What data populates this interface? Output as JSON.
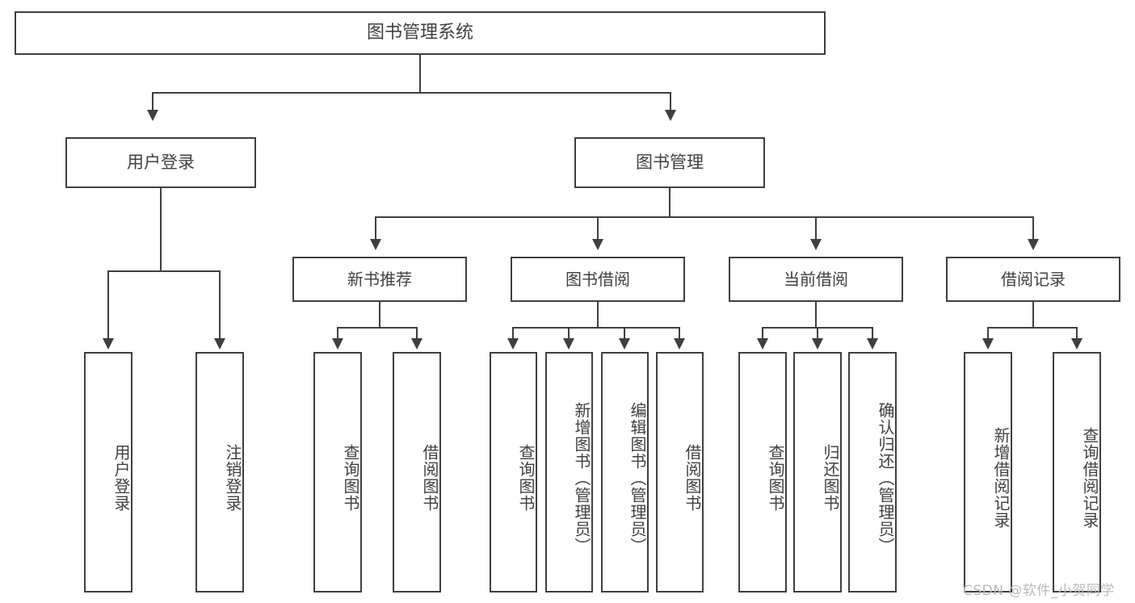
{
  "diagram": {
    "title": "图书管理系统",
    "type": "tree",
    "root": {
      "id": "root",
      "label": "图书管理系统"
    },
    "level2": [
      {
        "id": "user-login",
        "label": "用户登录"
      },
      {
        "id": "book-management",
        "label": "图书管理"
      }
    ],
    "level3": [
      {
        "id": "new-book-recommend",
        "label": "新书推荐",
        "parent": "book-management"
      },
      {
        "id": "book-borrow",
        "label": "图书借阅",
        "parent": "book-management"
      },
      {
        "id": "current-borrow",
        "label": "当前借阅",
        "parent": "book-management"
      },
      {
        "id": "borrow-record",
        "label": "借阅记录",
        "parent": "book-management"
      }
    ],
    "leaves": {
      "user_login": [
        {
          "id": "leaf-user-login",
          "label": "用户登录"
        },
        {
          "id": "leaf-user-logout",
          "label": "注销登录"
        }
      ],
      "new_book_recommend": [
        {
          "id": "leaf-query-book-1",
          "label": "查询图书"
        },
        {
          "id": "leaf-borrow-book-1",
          "label": "借阅图书"
        }
      ],
      "book_borrow": [
        {
          "id": "leaf-query-book-2",
          "label": "查询图书"
        },
        {
          "id": "leaf-add-book",
          "label": "新增图书（管理员）"
        },
        {
          "id": "leaf-edit-book",
          "label": "编辑图书（管理员）"
        },
        {
          "id": "leaf-borrow-book-2",
          "label": "借阅图书"
        }
      ],
      "current_borrow": [
        {
          "id": "leaf-query-book-3",
          "label": "查询图书"
        },
        {
          "id": "leaf-return-book",
          "label": "归还图书"
        },
        {
          "id": "leaf-confirm-return",
          "label": "确认归还（管理员）"
        }
      ],
      "borrow_record": [
        {
          "id": "leaf-add-record",
          "label": "新增借阅记录"
        },
        {
          "id": "leaf-query-record",
          "label": "查询借阅记录"
        }
      ]
    }
  },
  "watermark": {
    "text": "CSDN @软件_小贺同学"
  },
  "colors": {
    "stroke": "#3f3f3f",
    "text": "#404040",
    "background": "#ffffff",
    "watermark": "#b9b9b9"
  }
}
